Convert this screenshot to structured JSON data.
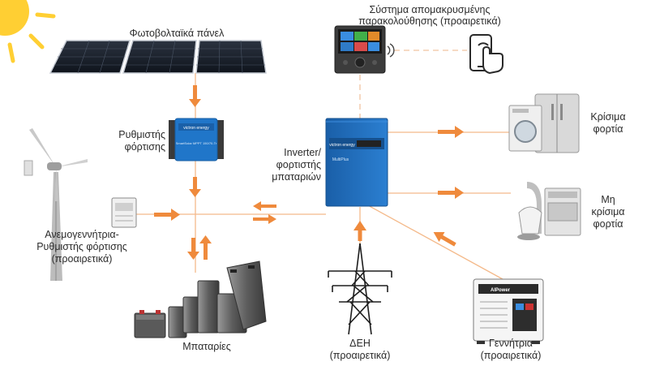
{
  "labels": {
    "pv_panels": "Φωτοβολταϊκά πάνελ",
    "remote_monitoring": [
      "Σύστημα απομακρυσμένης",
      "παρακολούθησης (προαιρετικά)"
    ],
    "charge_controller": [
      "Ρυθμιστής",
      "φόρτισης"
    ],
    "inverter": [
      "Inverter/",
      "φορτιστής",
      "μπαταριών"
    ],
    "critical_loads": [
      "Κρίσιμα",
      "φορτία"
    ],
    "noncritical_loads": [
      "Μη",
      "κρίσιμα",
      "φορτία"
    ],
    "wind_controller": [
      "Ανεμογεννήτρια-",
      "Ρυθμιστής φόρτισης",
      "(προαιρετικά)"
    ],
    "batteries": "Μπαταρίες",
    "grid": [
      "ΔΕΗ",
      "(προαιρετικά)"
    ],
    "generator": [
      "Γεννήτρια",
      "(προαιρετικά)"
    ]
  },
  "device_text": {
    "controller_brand": "victron energy",
    "controller_model": "SmartSolar MPPT 150/70-Tr",
    "inverter_brand": "victron energy",
    "inverter_model": "MultiPlus",
    "generator_brand": "AlPower"
  },
  "colors": {
    "arrow": "#ef8a3c",
    "line": "#f4b98a",
    "dashed": "#f0c4a0",
    "victron_blue": "#1d6fc0",
    "sun": "#ffcf33",
    "label": "#2b2b2b"
  }
}
